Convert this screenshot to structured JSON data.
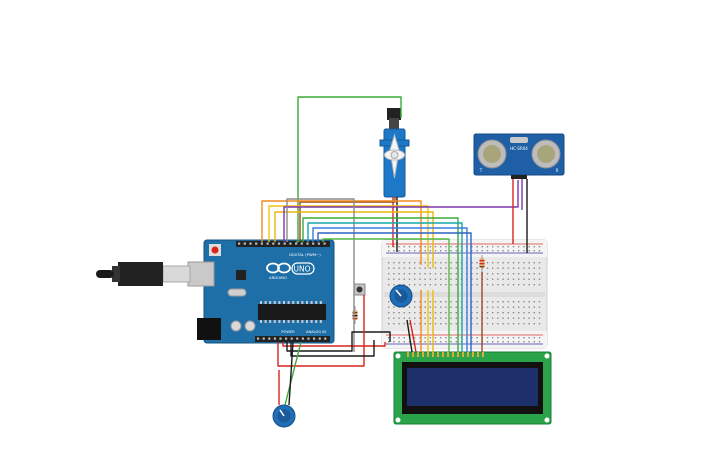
{
  "arduino": {
    "brand": "ARDUINO",
    "model": "UNO",
    "digital_header": "DIGITAL (PWM~)",
    "power_label": "POWER",
    "analog_label": "ANALOG IN"
  },
  "ultrasonic": {
    "model": "HC-SR04",
    "pin_left": "T",
    "pin_right": "R"
  },
  "components": {
    "servo": "servo motor",
    "lcd": "16x2 LCD",
    "breadboard": "breadboard",
    "pot_main": "potentiometer",
    "pot_lcd": "potentiometer",
    "pushbutton": "pushbutton",
    "resistor": "resistor"
  },
  "colors": {
    "arduino_blue": "#1e6fa8",
    "lcd_green": "#2aa34a",
    "lcd_screen": "#1d2f6b",
    "sensor_blue": "#1f5fa6",
    "wire_red": "#d8241c",
    "wire_black": "#1a1a1a",
    "wire_green": "#3aaa3a",
    "wire_orange": "#f08a1e",
    "wire_yellow": "#f2c40c",
    "wire_purple": "#7a36b1",
    "wire_teal": "#16a6a6",
    "wire_blue": "#3b7ae0"
  }
}
